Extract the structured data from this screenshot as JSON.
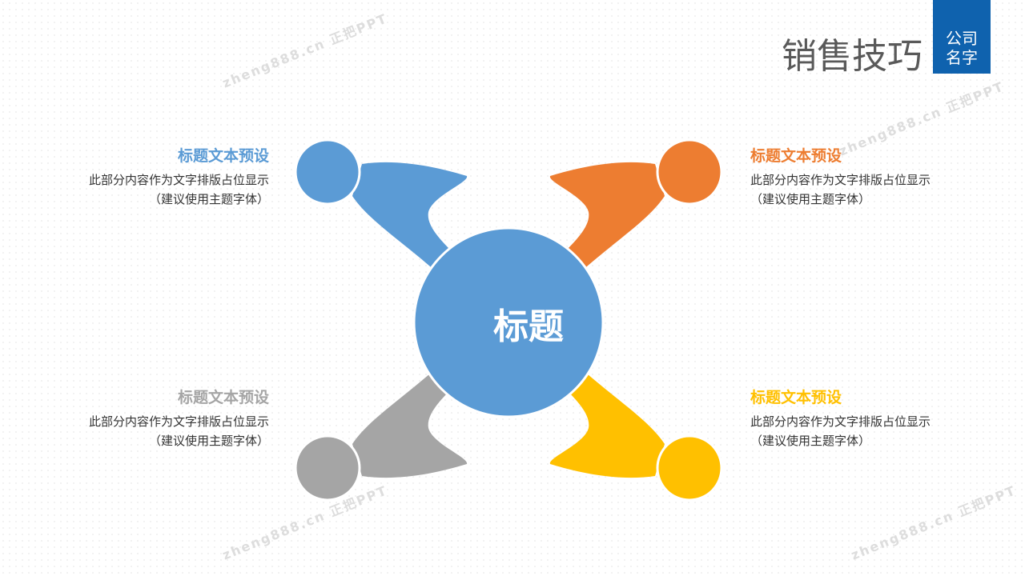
{
  "header": {
    "title": "销售技巧",
    "company": [
      "公司",
      "名字"
    ]
  },
  "center": {
    "label": "标题",
    "color": "#5b9bd5"
  },
  "items": [
    {
      "title": "标题文本预设",
      "line1": "此部分内容作为文字排版占位显示",
      "line2": "（建议使用主题字体）",
      "color": "#5b9bd5"
    },
    {
      "title": "标题文本预设",
      "line1": "此部分内容作为文字排版占位显示",
      "line2": "（建议使用主题字体）",
      "color": "#ed7d31"
    },
    {
      "title": "标题文本预设",
      "line1": "此部分内容作为文字排版占位显示",
      "line2": "（建议使用主题字体）",
      "color": "#a5a5a5"
    },
    {
      "title": "标题文本预设",
      "line1": "此部分内容作为文字排版占位显示",
      "line2": "（建议使用主题字体）",
      "color": "#ffc000"
    }
  ],
  "watermark": "zheng888.cn 正把PPT"
}
